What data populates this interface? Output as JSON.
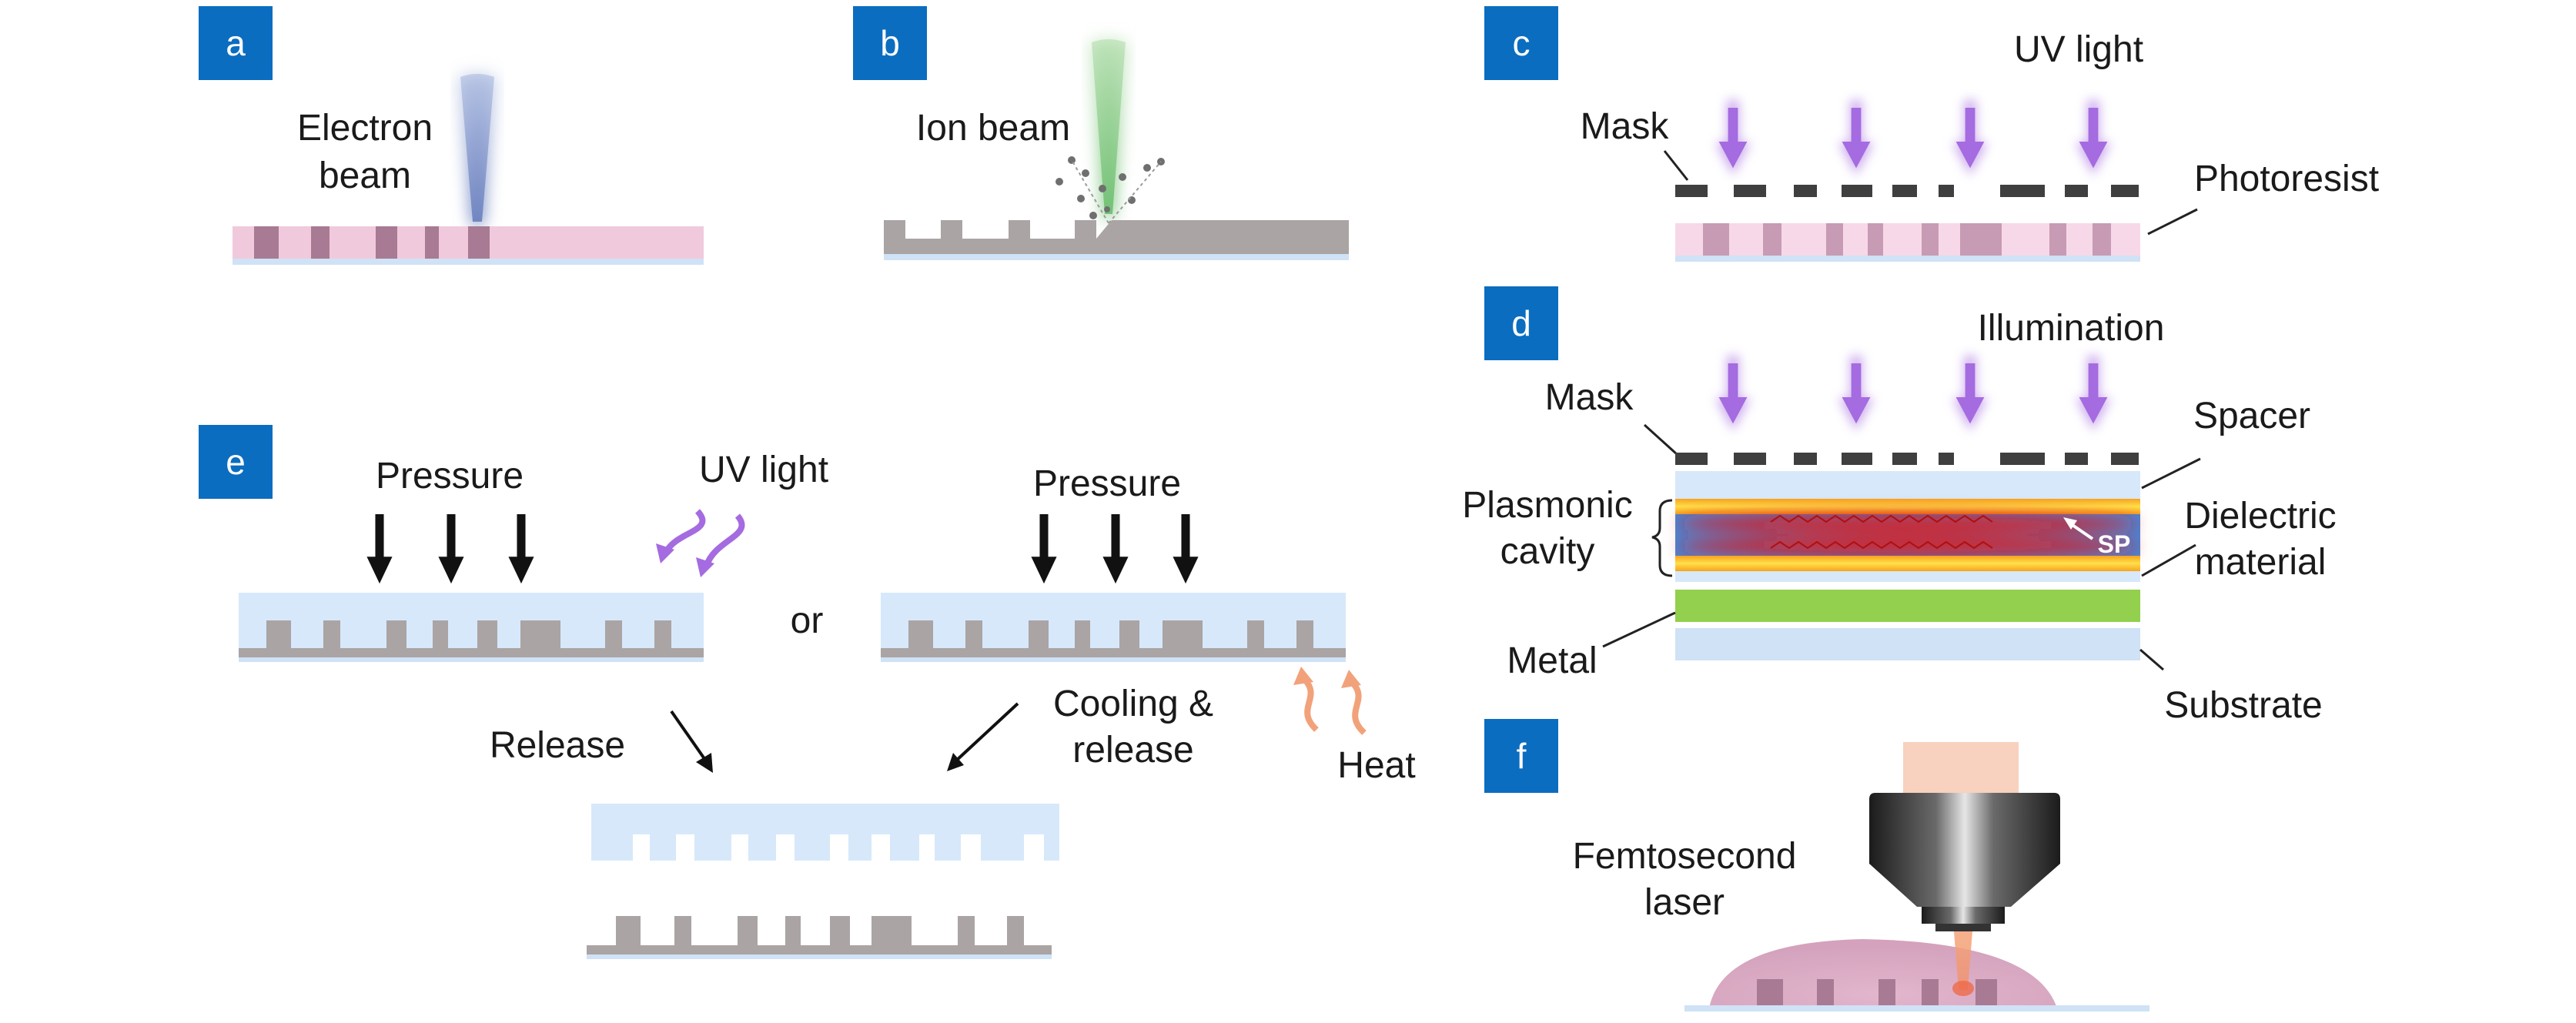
{
  "panels": {
    "a": {
      "tag": "a",
      "label_line1": "Electron",
      "label_line2": "beam"
    },
    "b": {
      "tag": "b",
      "label": "Ion beam"
    },
    "c": {
      "tag": "c",
      "light": "UV light",
      "mask": "Mask",
      "resist": "Photoresist"
    },
    "d": {
      "tag": "d",
      "light": "Illumination",
      "mask": "Mask",
      "spacer": "Spacer",
      "cavity_line1": "Plasmonic",
      "cavity_line2": "cavity",
      "sp": "SP",
      "dielectric_line1": "Dielectric",
      "dielectric_line2": "material",
      "metal": "Metal",
      "substrate": "Substrate"
    },
    "e": {
      "tag": "e",
      "pressure_left": "Pressure",
      "uv": "UV light",
      "or": "or",
      "pressure_right": "Pressure",
      "release": "Release",
      "cooling_line1": "Cooling &",
      "cooling_line2": "release",
      "heat": "Heat"
    },
    "f": {
      "tag": "f",
      "laser_line1": "Femtosecond",
      "laser_line2": "laser"
    }
  },
  "colors": {
    "tag_bg": "#0b6dbf",
    "resist": "#f0c9dc",
    "resist_mark": "#a87a93",
    "substrate": "#cfe2f6",
    "stamp": "#d7e8fa",
    "relief": "#aaa4a4",
    "mask": "#3f3f3f",
    "uv_arrow": "#a56be0",
    "metal_green": "#93d04d",
    "gold": "#f5c518",
    "heat": "#f2a27a"
  }
}
